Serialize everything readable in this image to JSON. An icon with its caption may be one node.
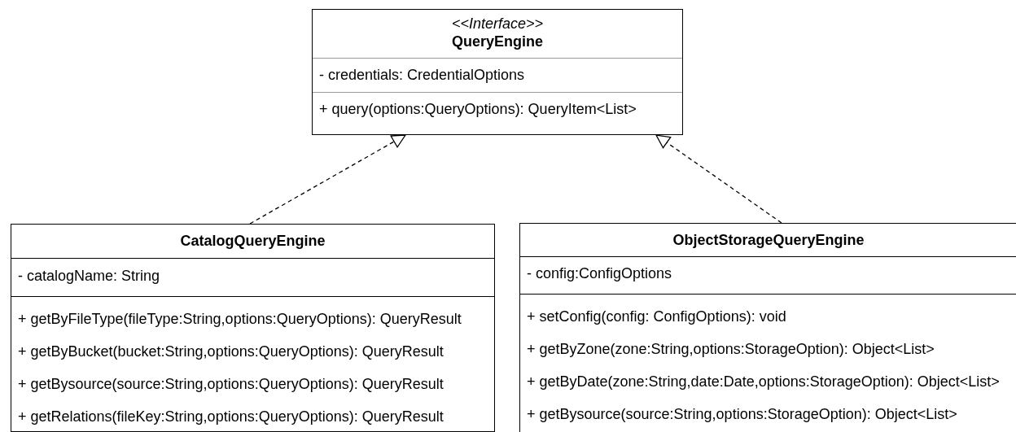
{
  "diagram": {
    "nodes": [
      {
        "text": [
          "<<Interface>>",
          "QueryEngine"
        ]
      },
      {
        "text": [
          "- credentials: CredentialOptions"
        ],
        "in": 0
      },
      {
        "text": [
          "+ query(options:QueryOptions): QueryItem<List>"
        ],
        "in": 0
      },
      {
        "text": [
          "CatalogQueryEngine"
        ]
      },
      {
        "text": [
          "- catalogName: String"
        ],
        "in": 3
      },
      {
        "text": [
          "+ getByFileType(fileType:String,options:QueryOptions): QueryResult",
          "+ getByBucket(bucket:String,options:QueryOptions): QueryResult",
          "+ getBysource(source:String,options:QueryOptions): QueryResult",
          "+ getRelations(fileKey:String,options:QueryOptions): QueryResult"
        ],
        "in": 3
      },
      {
        "text": [
          "ObjectStorageQueryEngine"
        ]
      },
      {
        "text": [
          "- config:ConfigOptions"
        ],
        "in": 6
      },
      {
        "text": [
          "+ setConfig(config: ConfigOptions): void",
          "+ getByZone(zone:String,options:StorageOption): Object<List>",
          "+ getByDate(zone:String,date:Date,options:StorageOption): Object<List>",
          "+ getBysource(source:String,options:StorageOption): Object<List>"
        ],
        "in": 6
      }
    ],
    "edges": [
      {
        "from": 3,
        "to": 0,
        "arrow": "to",
        "style": "dashed"
      },
      {
        "from": 6,
        "to": 0,
        "arrow": "to",
        "style": "dashed"
      }
    ]
  }
}
